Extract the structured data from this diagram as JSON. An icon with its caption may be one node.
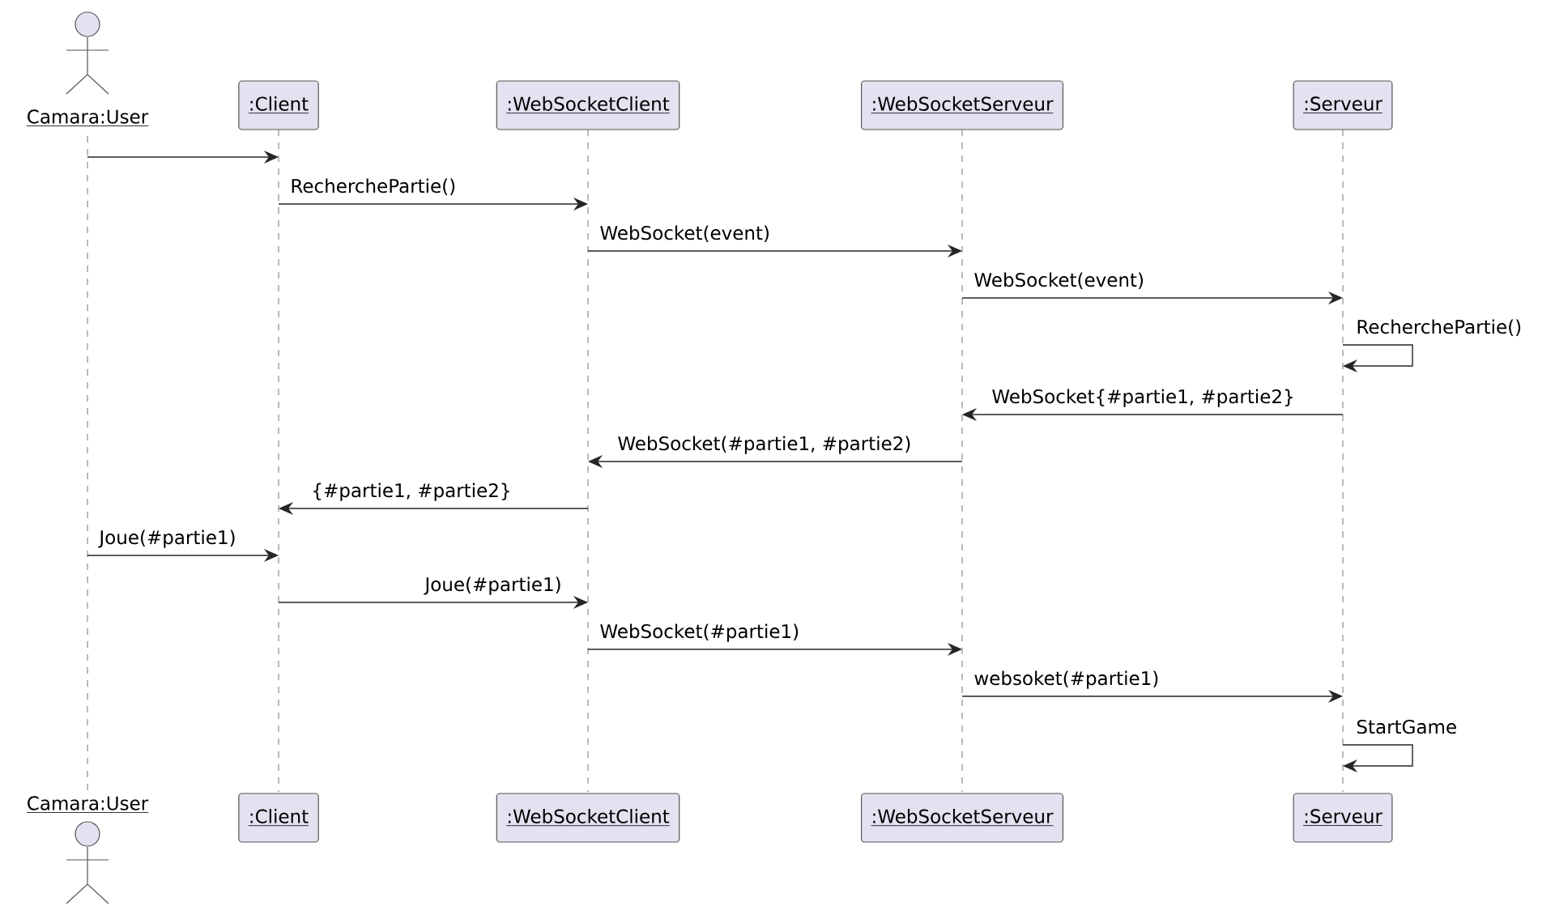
{
  "diagram": {
    "nodes": [
      {
        "text": [
          "Camara:User"
        ]
      },
      {
        "text": [
          ":Client"
        ]
      },
      {
        "text": [
          ":WebSocketClient"
        ]
      },
      {
        "text": [
          ":WebSocketServeur"
        ]
      },
      {
        "text": [
          ":Serveur"
        ]
      },
      {
        "text": [
          "Camara:User"
        ]
      },
      {
        "text": [
          ":Client"
        ]
      },
      {
        "text": [
          ":WebSocketClient"
        ]
      },
      {
        "text": [
          ":WebSocketServeur"
        ]
      },
      {
        "text": [
          ":Serveur"
        ]
      }
    ],
    "edges": [
      {
        "from": 0,
        "to": 1,
        "arrow": "to"
      },
      {
        "from": 1,
        "to": 2,
        "arrow": "to",
        "label": "RecherchePartie()"
      },
      {
        "from": 2,
        "to": 3,
        "arrow": "to",
        "label": "WebSocket(event)"
      },
      {
        "from": 3,
        "to": 4,
        "arrow": "to",
        "label": "WebSocket(event)"
      },
      {
        "from": 4,
        "to": 4,
        "arrow": "to",
        "label": "RecherchePartie()"
      },
      {
        "from": 4,
        "to": 3,
        "arrow": "to",
        "label": "WebSocket{#partie1, #partie2}"
      },
      {
        "from": 3,
        "to": 2,
        "arrow": "to",
        "label": "WebSocket(#partie1, #partie2)"
      },
      {
        "from": 2,
        "to": 1,
        "arrow": "to",
        "label": "{#partie1, #partie2}"
      },
      {
        "from": 0,
        "to": 1,
        "arrow": "to",
        "label": "Joue(#partie1)"
      },
      {
        "from": 1,
        "to": 2,
        "arrow": "to",
        "label": "Joue(#partie1)"
      },
      {
        "from": 2,
        "to": 3,
        "arrow": "to",
        "label": "WebSocket(#partie1)"
      },
      {
        "from": 3,
        "to": 4,
        "arrow": "to",
        "label": "websoket(#partie1)"
      },
      {
        "from": 4,
        "to": 4,
        "arrow": "to",
        "label": "StartGame"
      }
    ]
  }
}
